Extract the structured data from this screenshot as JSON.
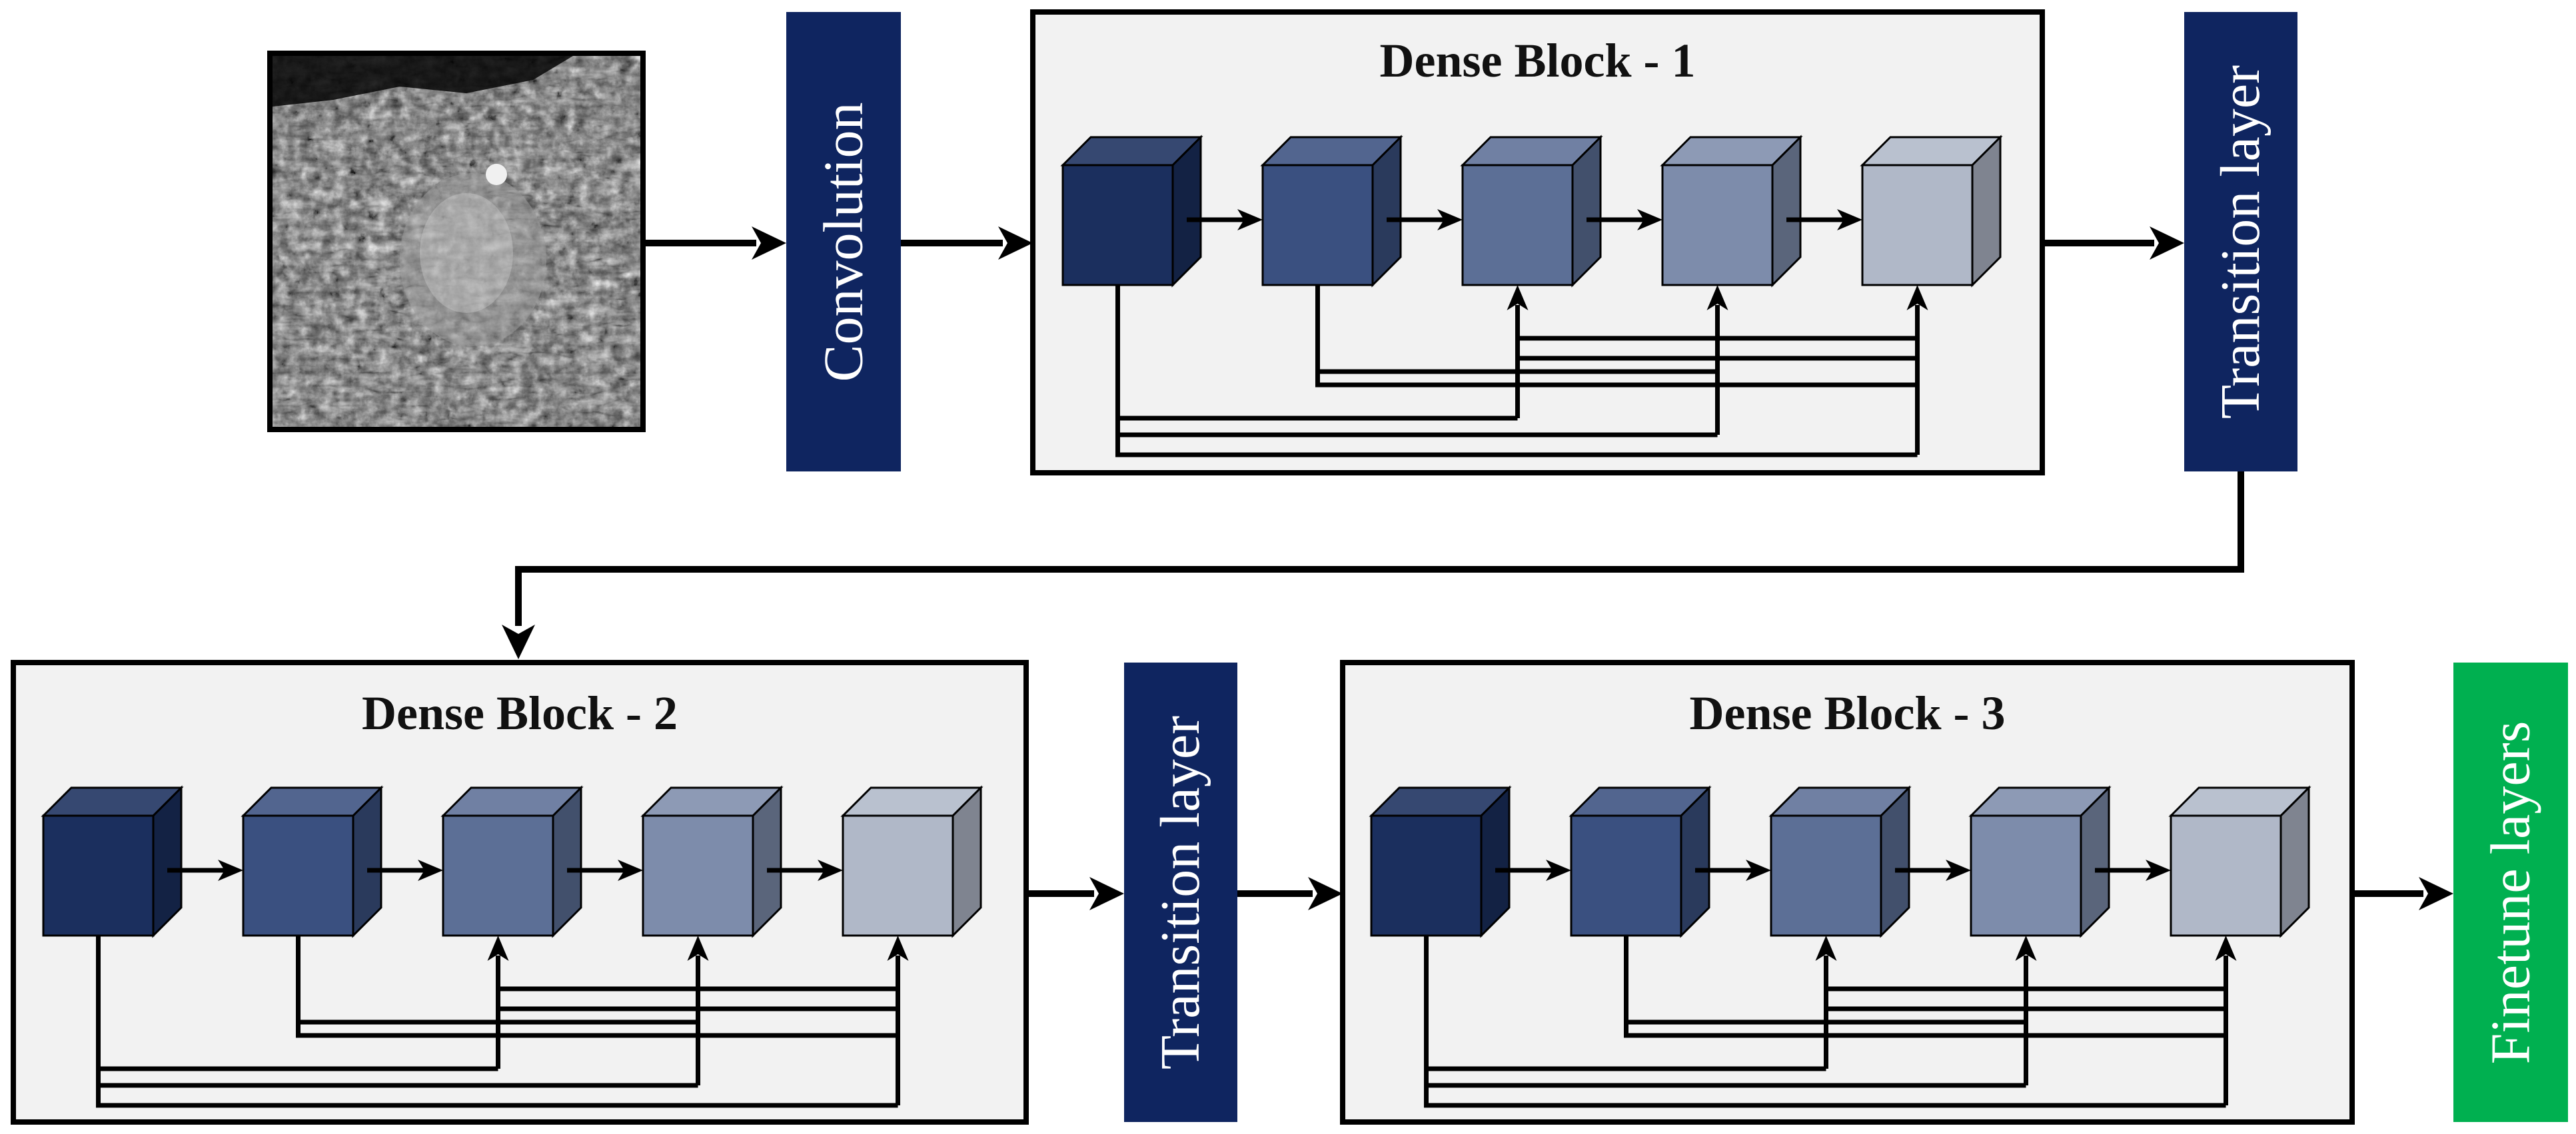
{
  "stage_labels": {
    "convolution": "Convolution",
    "transition_1": "Transition layer",
    "transition_2": "Transition layer",
    "finetune": "Finetune layers"
  },
  "dense_blocks": [
    {
      "title": "Dense Block - 1",
      "layers": 5
    },
    {
      "title": "Dense Block - 2",
      "layers": 5
    },
    {
      "title": "Dense Block - 3",
      "layers": 5
    }
  ],
  "input_image": {
    "description_icon": "sem-micrograph-image"
  },
  "colors": {
    "stage_navy": "#0f2560",
    "finetune_green": "#00b050",
    "block_fill": "#f2f2f2",
    "block_border": "#000000",
    "cube_shades": [
      "#1b2f5e",
      "#3a5080",
      "#5c6f96",
      "#7d8cab",
      "#b0b8c8"
    ]
  }
}
